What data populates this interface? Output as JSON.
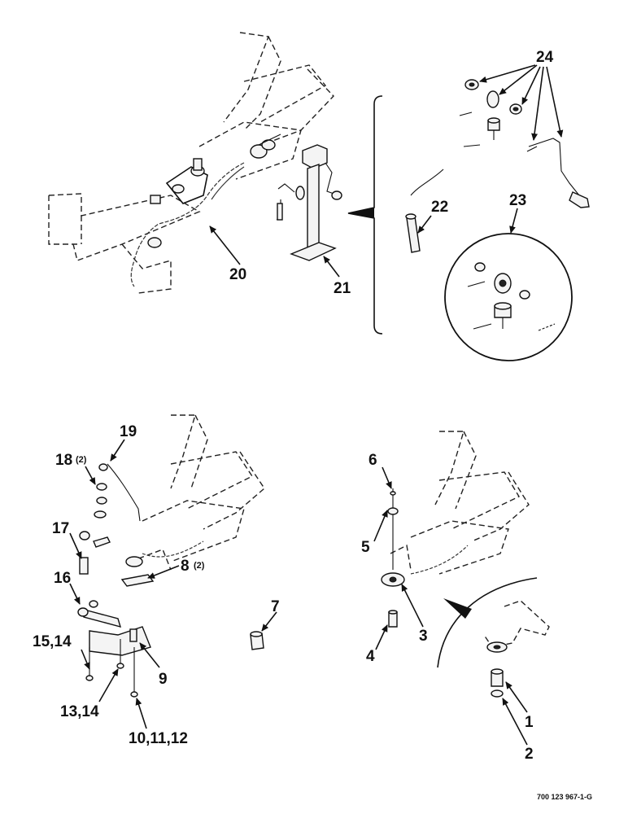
{
  "drawing_number": "700 123 967-1-G",
  "callouts": {
    "c1": "1",
    "c2": "2",
    "c3": "3",
    "c4": "4",
    "c5": "5",
    "c6": "6",
    "c7": "7",
    "c8": "8",
    "c8_qty": "(2)",
    "c9": "9",
    "c10": "10,11,12",
    "c13": "13,14",
    "c15": "15,14",
    "c16": "16",
    "c17": "17",
    "c18": "18",
    "c18_qty": "(2)",
    "c19": "19",
    "c20": "20",
    "c21": "21",
    "c22": "22",
    "c23": "23",
    "c24": "24"
  }
}
